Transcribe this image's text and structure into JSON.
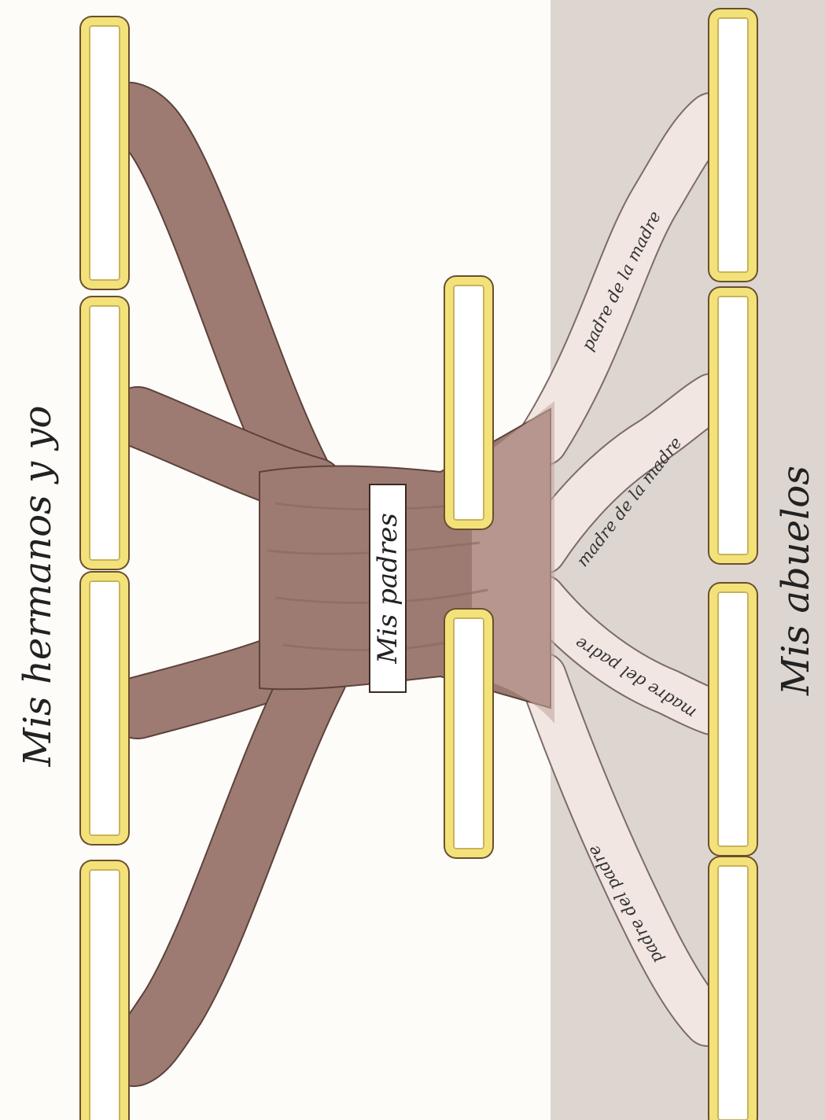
{
  "titles": {
    "siblings": "Mis hermanos y yo",
    "grandparents": "Mis abuelos"
  },
  "parents_label": "Mis padres",
  "roots": [
    "padre de la madre",
    "madre de la madre",
    "madre del padre",
    "padre del padre"
  ],
  "colors": {
    "trunk": "#9e7b72",
    "roots": "#f1e6e2",
    "ground": "#ddd6d0",
    "frame": "#f3e27a"
  }
}
